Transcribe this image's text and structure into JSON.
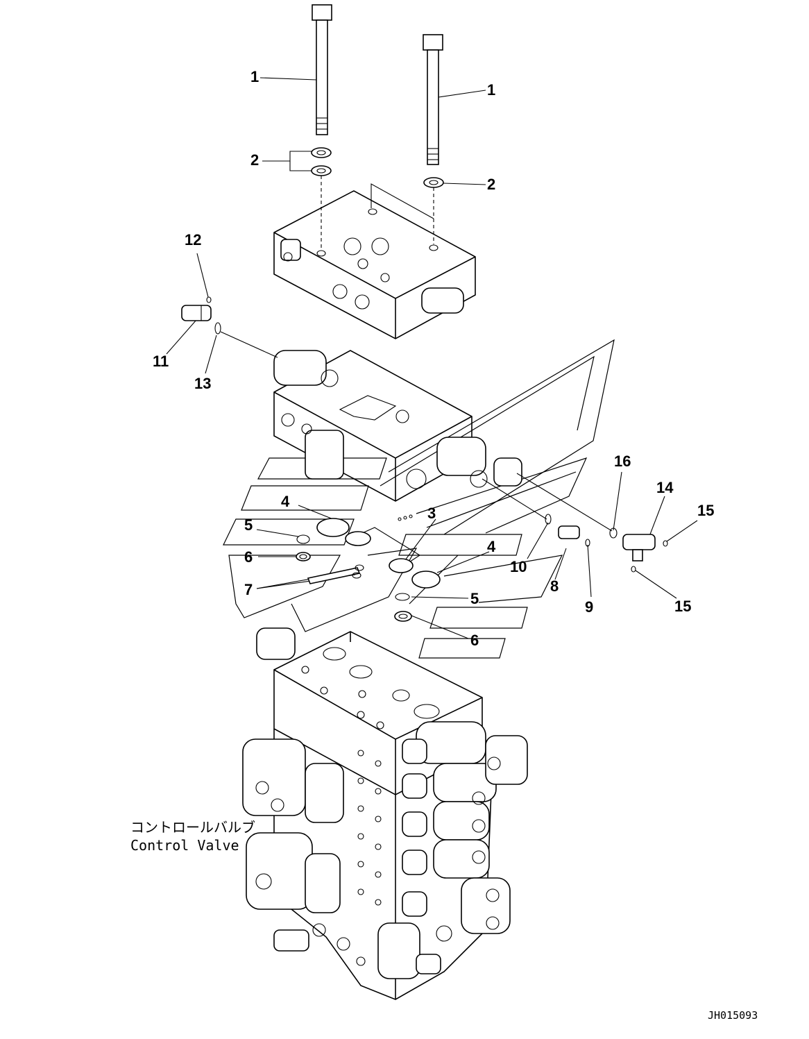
{
  "callouts": [
    "1",
    "1",
    "2",
    "2",
    "12",
    "11",
    "13",
    "4",
    "5",
    "6",
    "7",
    "3",
    "4",
    "10",
    "8",
    "9",
    "5",
    "6",
    "16",
    "14",
    "15",
    "15"
  ],
  "caption": {
    "line1": "コントロールバルブ",
    "line2": "Control Valve"
  },
  "drawing_number": "JH015093"
}
